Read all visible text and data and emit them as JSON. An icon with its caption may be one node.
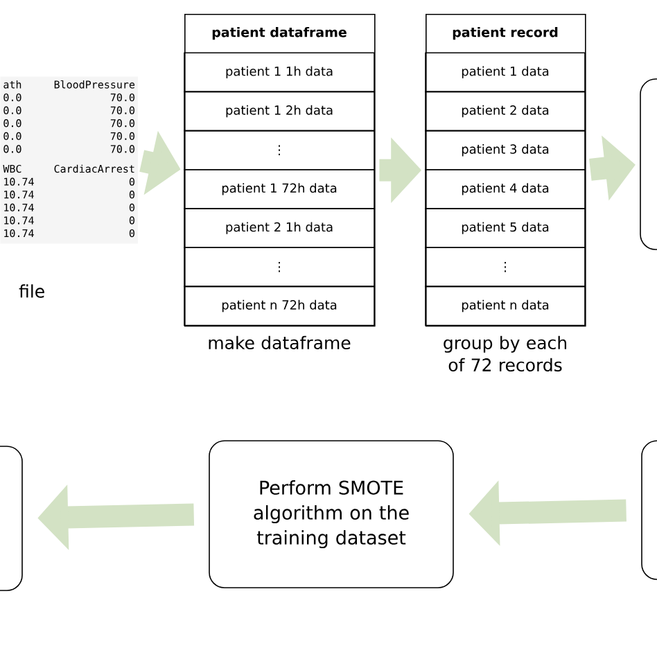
{
  "diagram": {
    "nodes": [
      {
        "text": [
          "ath",
          "BloodPressure",
          "0.0",
          "70.0",
          "0.0",
          "70.0",
          "0.0",
          "70.0",
          "0.0",
          "70.0",
          "0.0",
          "70.0",
          "WBC",
          "CardiacArrest",
          "10.74",
          "0",
          "10.74",
          "0",
          "10.74",
          "0",
          "10.74",
          "0",
          "10.74",
          "0"
        ],
        "beside": [
          "file"
        ]
      },
      {
        "text": [
          "patient dataframe"
        ],
        "beside": [
          "make dataframe"
        ]
      },
      {
        "text": [
          "patient 1 1h data"
        ],
        "in": 1
      },
      {
        "text": [
          "patient 1 2h data"
        ],
        "in": 1
      },
      {
        "text": [
          "⋮"
        ],
        "in": 1
      },
      {
        "text": [
          "patient 1 72h data"
        ],
        "in": 1
      },
      {
        "text": [
          "patient 2 1h data"
        ],
        "in": 1
      },
      {
        "text": [
          "⋮"
        ],
        "in": 1
      },
      {
        "text": [
          "patient n 72h data"
        ],
        "in": 1
      },
      {
        "text": [
          "patient record"
        ],
        "beside": [
          "group by each of 72 records"
        ]
      },
      {
        "text": [
          "patient 1 data"
        ],
        "in": 9
      },
      {
        "text": [
          "patient 2 data"
        ],
        "in": 9
      },
      {
        "text": [
          "patient 3 data"
        ],
        "in": 9
      },
      {
        "text": [
          "patient 4 data"
        ],
        "in": 9
      },
      {
        "text": [
          "patient 5 data"
        ],
        "in": 9
      },
      {
        "text": [
          "⋮"
        ],
        "in": 9
      },
      {
        "text": [
          "patient n data"
        ],
        "in": 9
      },
      {
        "text": [],
        "shape": "box"
      },
      {
        "text": [],
        "shape": "box"
      },
      {
        "text": [
          "Perform SMOTE algorithm on the training dataset"
        ]
      },
      {
        "text": [],
        "shape": "box"
      }
    ],
    "edges": [
      {
        "from": 0,
        "to": 1,
        "arrow": "to"
      },
      {
        "from": 1,
        "to": 9,
        "arrow": "to"
      },
      {
        "from": 9,
        "to": 17,
        "arrow": "to"
      },
      {
        "from": 18,
        "to": 19,
        "arrow": "to"
      },
      {
        "from": 19,
        "to": 20,
        "arrow": "to"
      }
    ]
  }
}
